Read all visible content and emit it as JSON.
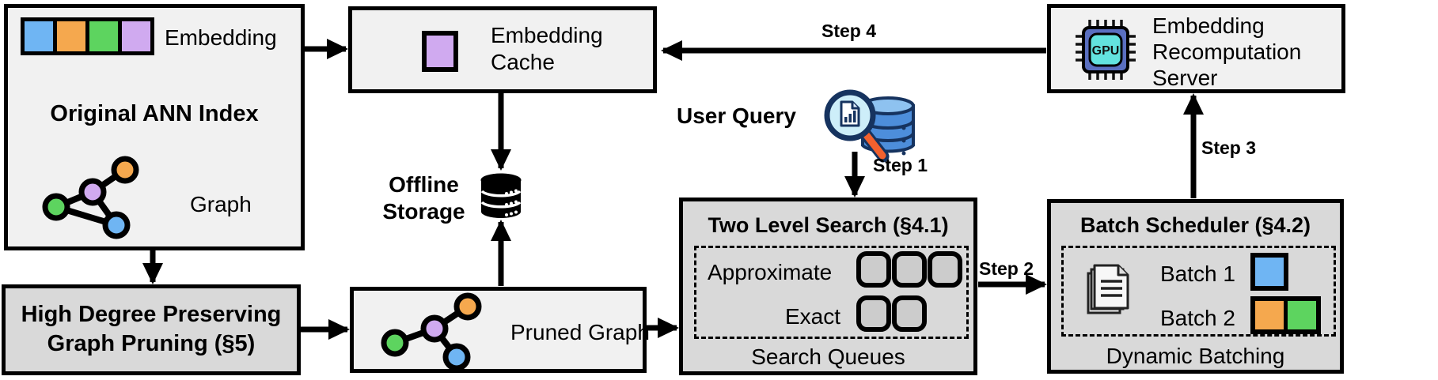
{
  "figure": {
    "ann_index": {
      "embedding_label": "Embedding",
      "title": "Original ANN Index",
      "graph_label": "Graph"
    },
    "embedding_cache": {
      "label": "Embedding Cache"
    },
    "offline_storage": {
      "label": "Offline Storage"
    },
    "user_query": {
      "label": "User Query"
    },
    "recomputation_server": {
      "label": "Embedding Recomputation Server",
      "chip_label": "GPU"
    },
    "two_level_search": {
      "title": "Two Level Search (§4.1)",
      "approximate_label": "Approximate",
      "exact_label": "Exact",
      "caption": "Search Queues",
      "approximate_queue_count": 3,
      "exact_queue_count": 2
    },
    "batch_scheduler": {
      "title": "Batch Scheduler (§4.2)",
      "batch1_label": "Batch 1",
      "batch2_label": "Batch 2",
      "caption": "Dynamic Batching"
    },
    "graph_pruning": {
      "title": "High Degree Preserving Graph Pruning (§5)"
    },
    "pruned_graph": {
      "label": "Pruned Graph"
    },
    "steps": {
      "step1": "Step 1",
      "step2": "Step 2",
      "step3": "Step 3",
      "step4": "Step 4"
    },
    "colors": {
      "embedding_blue": "#6fb5f3",
      "embedding_orange": "#f5a84e",
      "embedding_green": "#5dd45f",
      "embedding_purple": "#d0aaf0",
      "box_light": "#f1f1f1",
      "box_dark": "#d9d9d9",
      "gpu_body": "#5a6fc0",
      "gpu_screen": "#63e3df",
      "magnifier_handle": "#f2612e",
      "query_db_blue": "#4d8edb"
    }
  }
}
